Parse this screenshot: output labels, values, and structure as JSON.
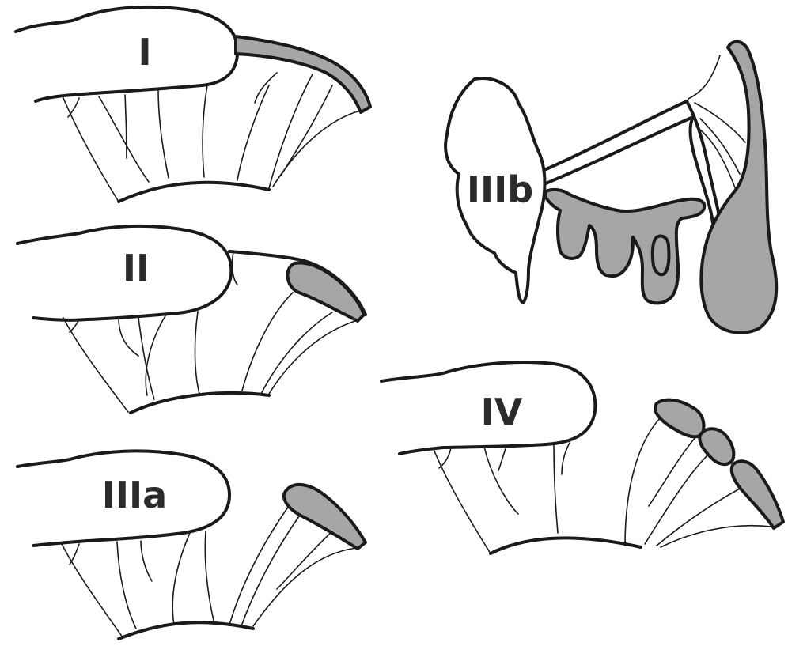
{
  "panels": [
    {
      "id": "I",
      "label": "I"
    },
    {
      "id": "II",
      "label": "II"
    },
    {
      "id": "IIIa",
      "label": "IIIa"
    },
    {
      "id": "IIIb",
      "label": "IIIb"
    },
    {
      "id": "IV",
      "label": "IV"
    }
  ],
  "colors": {
    "outline": "#1a1a1a",
    "shaded": "#a6a6a6",
    "background": "#ffffff"
  }
}
